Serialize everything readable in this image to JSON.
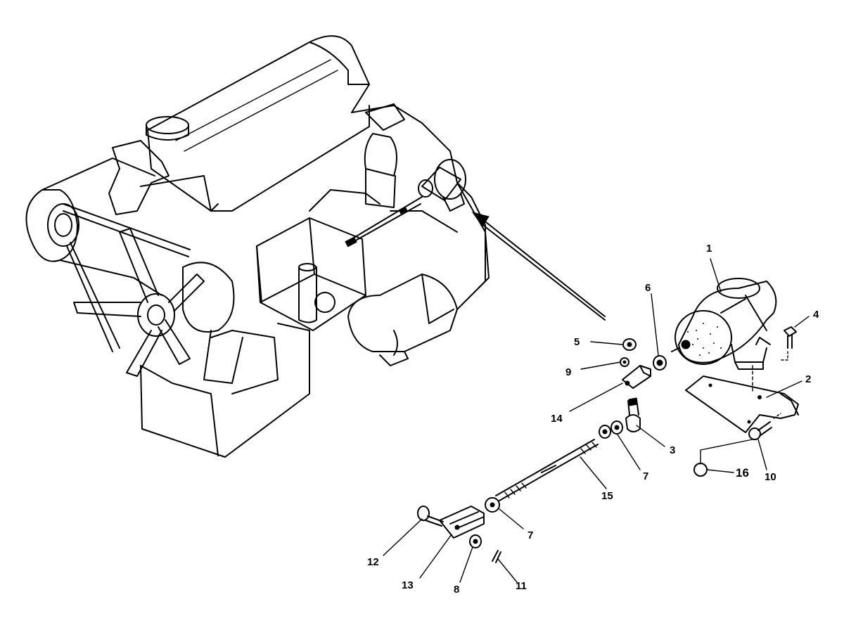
{
  "callouts": [
    {
      "id": "c1",
      "label": "1"
    },
    {
      "id": "c2",
      "label": "2"
    },
    {
      "id": "c3",
      "label": "3"
    },
    {
      "id": "c4",
      "label": "4"
    },
    {
      "id": "c5",
      "label": "5"
    },
    {
      "id": "c6",
      "label": "6"
    },
    {
      "id": "c7a",
      "label": "7"
    },
    {
      "id": "c7b",
      "label": "7"
    },
    {
      "id": "c8",
      "label": "8"
    },
    {
      "id": "c9",
      "label": "9"
    },
    {
      "id": "c10",
      "label": "10"
    },
    {
      "id": "c11",
      "label": "11"
    },
    {
      "id": "c12",
      "label": "12"
    },
    {
      "id": "c13",
      "label": "13"
    },
    {
      "id": "c14",
      "label": "14"
    },
    {
      "id": "c15",
      "label": "15"
    },
    {
      "id": "c16",
      "label": "16"
    }
  ]
}
